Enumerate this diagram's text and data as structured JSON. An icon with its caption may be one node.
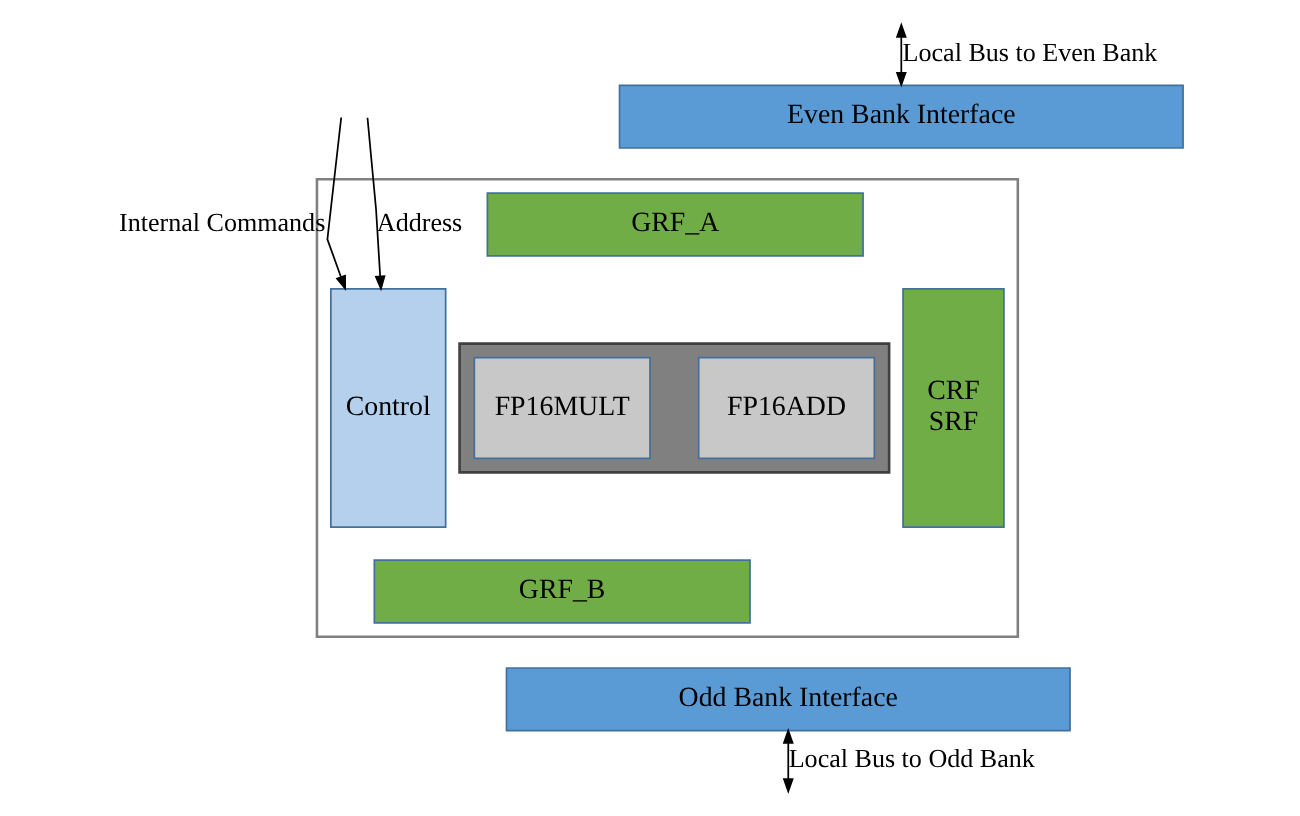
{
  "diagram": {
    "nodes": [
      {
        "text": [
          "Even Bank Interface"
        ]
      },
      {
        "text": [],
        "shape": "box"
      },
      {
        "text": [
          "Control"
        ],
        "in": 1
      },
      {
        "text": [
          "CRF",
          "SRF"
        ],
        "in": 1
      },
      {
        "text": [
          "GRF_A"
        ],
        "in": 1
      },
      {
        "text": [],
        "shape": "box",
        "in": 1
      },
      {
        "text": [
          "FP16MULT"
        ],
        "in": 5
      },
      {
        "text": [
          "FP16ADD"
        ],
        "in": 5
      },
      {
        "text": [
          "GRF_B"
        ],
        "in": 1
      },
      {
        "text": [
          "Odd Bank Interface"
        ]
      }
    ],
    "edges": [
      {
        "from": null,
        "to": 0,
        "arrow": "both",
        "label": "Local Bus to Even Bank"
      },
      {
        "from": null,
        "to": 2,
        "arrow": "to",
        "label": "Internal Commands"
      },
      {
        "from": null,
        "to": 2,
        "arrow": "to",
        "label": "Address"
      },
      {
        "from": 9,
        "to": null,
        "arrow": "both",
        "label": "Local Bus to Odd Bank"
      }
    ]
  }
}
